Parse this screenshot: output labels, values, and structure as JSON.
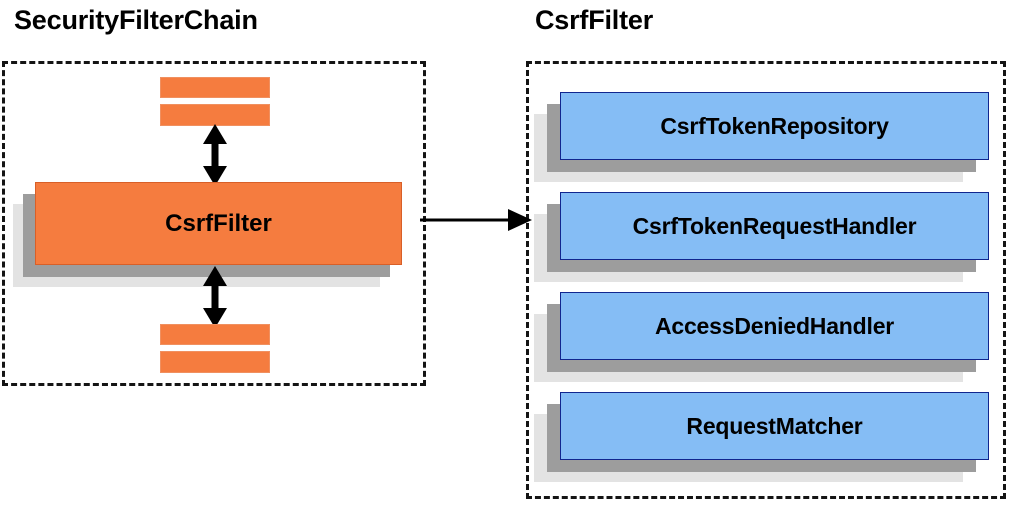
{
  "diagram": {
    "title_left": "SecurityFilterChain",
    "title_right": "CsrfFilter",
    "colors": {
      "filter_orange": "#f57c3f",
      "filter_orange_border": "#d85f28",
      "collaborator_blue": "#85bdf5",
      "collaborator_blue_border": "#11268f",
      "shadow_dark": "#9d9d9d",
      "shadow_light": "#e3e3e3",
      "dashed_border": "#141414",
      "arrow": "#000000",
      "background": "#ffffff"
    }
  },
  "left_panel": {
    "title": "SecurityFilterChain",
    "highlighted_filter": "CsrfFilter",
    "preceding_filters_count": 2,
    "following_filters_count": 2,
    "arrows": [
      {
        "name": "arrow-above-csrf-filter",
        "direction": "bidirectional-vertical"
      },
      {
        "name": "arrow-below-csrf-filter",
        "direction": "bidirectional-vertical"
      }
    ]
  },
  "connector": {
    "name": "arrow-securityfilterchain-to-csrffilter",
    "direction": "right"
  },
  "right_panel": {
    "title": "CsrfFilter",
    "collaborators": [
      {
        "label": "CsrfTokenRepository"
      },
      {
        "label": "CsrfTokenRequestHandler"
      },
      {
        "label": "AccessDeniedHandler"
      },
      {
        "label": "RequestMatcher"
      }
    ]
  }
}
